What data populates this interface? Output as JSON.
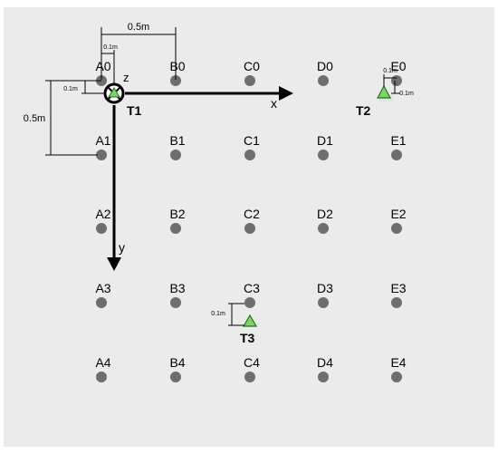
{
  "grid": {
    "columns": [
      "A",
      "B",
      "C",
      "D",
      "E"
    ],
    "rows": [
      "0",
      "1",
      "2",
      "3",
      "4"
    ],
    "dot_color": "#6e6e6e"
  },
  "axes": {
    "x_label": "x",
    "y_label": "y",
    "z_label": "z"
  },
  "targets": [
    {
      "id": "T1",
      "label": "T1",
      "color": "#7bd36a"
    },
    {
      "id": "T2",
      "label": "T2",
      "color": "#7bd36a"
    },
    {
      "id": "T3",
      "label": "T3",
      "color": "#7bd36a"
    }
  ],
  "dimensions": {
    "spacing_top": "0.5m",
    "spacing_left": "0.5m",
    "t1_offset_x": "0.1m",
    "t1_offset_y": "0.1m",
    "t2_offset_x": "0.1m",
    "t2_offset_y": "0.1m",
    "t3_offset_y": "0.1m"
  },
  "colors": {
    "background": "#ebebeb",
    "axis": "#000000",
    "marker": "#7bd36a"
  }
}
